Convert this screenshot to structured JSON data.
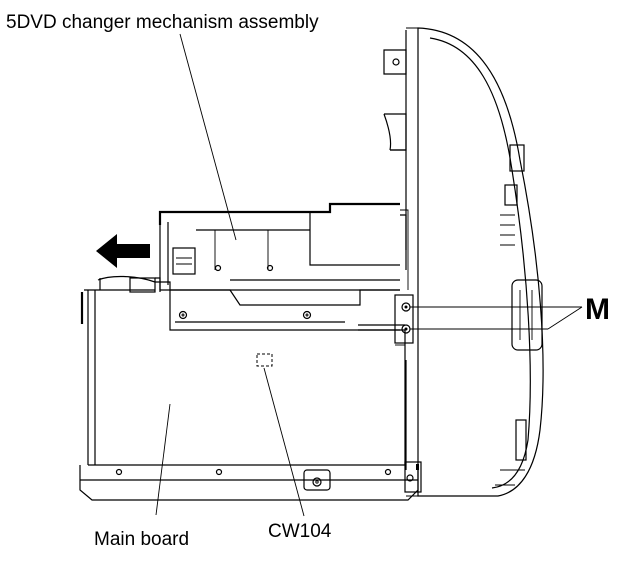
{
  "labels": {
    "changer": "5DVD changer mechanism assembly",
    "screw_callout": "M",
    "main_board": "Main board",
    "connector": "CW104"
  },
  "icons": {
    "direction_arrow": "arrow-left-icon"
  }
}
